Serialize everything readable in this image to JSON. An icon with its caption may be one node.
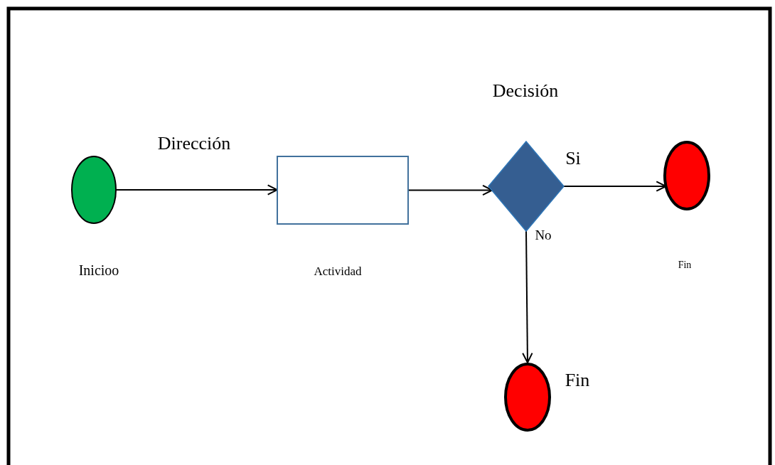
{
  "diagram": {
    "nodes": [
      {
        "text": [],
        "shape": "circle",
        "beside": [
          "Inicioo"
        ]
      },
      {
        "text": [],
        "shape": "box",
        "beside": [
          "Actividad"
        ]
      },
      {
        "text": [],
        "shape": "diamond",
        "beside": [
          "Decisión"
        ]
      },
      {
        "text": [],
        "shape": "circle"
      },
      {
        "text": [],
        "shape": "circle",
        "beside": [
          "Fin"
        ]
      }
    ],
    "labels": [
      "Fin"
    ],
    "edges": [
      {
        "from": 0,
        "to": 1,
        "arrow": "to",
        "label": "Dirección"
      },
      {
        "from": 1,
        "to": 2,
        "arrow": "to"
      },
      {
        "from": 2,
        "to": 3,
        "arrow": "to",
        "label": "Si"
      },
      {
        "from": 2,
        "to": 4,
        "arrow": "to",
        "label": "No"
      }
    ]
  }
}
